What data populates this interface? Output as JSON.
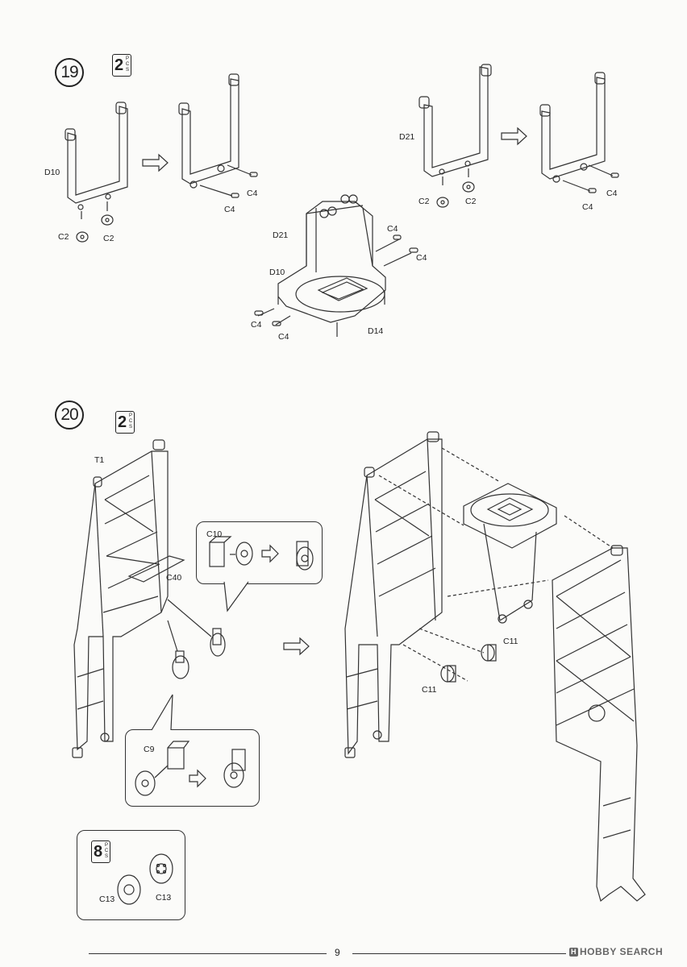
{
  "step19": {
    "number": "19",
    "quantity": "2",
    "quantity_unit": "PCS",
    "labels": {
      "d10_a": "D10",
      "c2_a": "C2",
      "c2_b": "C2",
      "c4_a": "C4",
      "c4_b": "C4",
      "d21_a": "D21",
      "c2_c": "C2",
      "c2_d": "C2",
      "c4_c": "C4",
      "c4_d": "C4",
      "d21_b": "D21",
      "d10_b": "D10",
      "c4_e": "C4",
      "c4_f": "C4",
      "c4_g": "C4",
      "c4_h": "C4",
      "d14": "D14"
    }
  },
  "step20": {
    "number": "20",
    "quantity": "2",
    "quantity_unit": "PCS",
    "labels": {
      "t1": "T1",
      "c40": "C40",
      "c10": "C10",
      "c9": "C9",
      "c11_a": "C11",
      "c11_b": "C11"
    },
    "sub": {
      "quantity": "8",
      "quantity_unit": "PCS",
      "c13_a": "C13",
      "c13_b": "C13"
    }
  },
  "footer": {
    "page_number": "9",
    "watermark": "HOBBY SEARCH",
    "watermark_icon": "H"
  }
}
